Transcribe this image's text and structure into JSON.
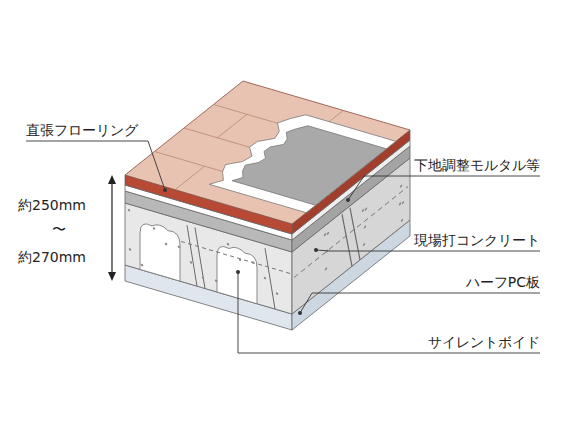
{
  "diagram": {
    "labels": [
      "直張フローリング",
      "下地調整モルタル等",
      "現場打コンクリート",
      "ハーフPC板",
      "サイレントボイド",
      "約250mm",
      "〜",
      "約270mm"
    ]
  }
}
